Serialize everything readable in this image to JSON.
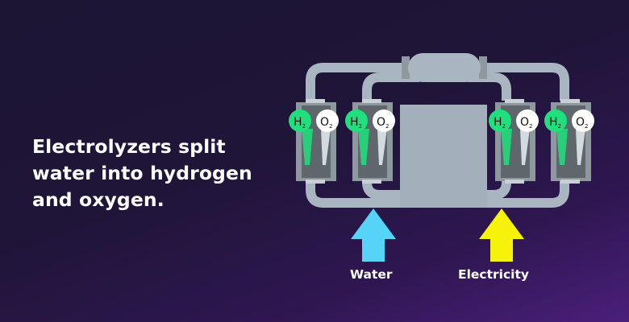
{
  "headline": "Electrolyzers split water into hydrogen and oxygen.",
  "inputs": {
    "water": {
      "label": "Water",
      "color": "#55d4f7"
    },
    "electricity": {
      "label": "Electricity",
      "color": "#f6f20a"
    }
  },
  "cells": [
    {
      "h2": "H",
      "h2_sub": "2",
      "o2": "O",
      "o2_sub": "2"
    },
    {
      "h2": "H",
      "h2_sub": "2",
      "o2": "O",
      "o2_sub": "2"
    },
    {
      "h2": "H",
      "h2_sub": "2",
      "o2": "O",
      "o2_sub": "2"
    },
    {
      "h2": "H",
      "h2_sub": "2",
      "o2": "O",
      "o2_sub": "2"
    }
  ],
  "colors": {
    "hydrogen": "#1fe07c",
    "oxygen": "#ffffff",
    "pipe": "#a9b6c2",
    "cell": "#8e989f",
    "cell_inner": "#5f666c"
  }
}
